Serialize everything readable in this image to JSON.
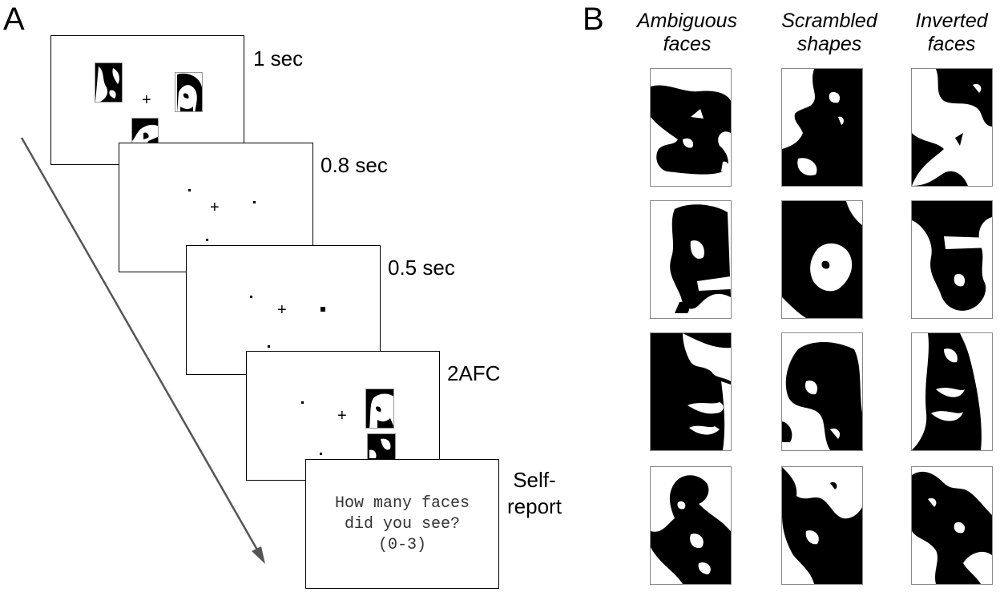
{
  "panel_a": {
    "label": "A",
    "frames": [
      {
        "duration": "1 sec"
      },
      {
        "duration": "0.8 sec"
      },
      {
        "duration": "0.5 sec"
      },
      {
        "duration": "2AFC"
      },
      {
        "duration_line1": "Self-",
        "duration_line2": "report"
      }
    ],
    "self_report": {
      "line1": "How many faces",
      "line2": "did you see?",
      "line3": "(0-3)"
    },
    "fixation_symbol": "+"
  },
  "panel_b": {
    "label": "B",
    "columns": [
      {
        "line1": "Ambiguous",
        "line2": "faces"
      },
      {
        "line1": "Scrambled",
        "line2": "shapes"
      },
      {
        "line1": "Inverted",
        "line2": "faces"
      }
    ]
  },
  "colors": {
    "ink": "#000000",
    "arrow": "#555555",
    "border": "#888888"
  }
}
